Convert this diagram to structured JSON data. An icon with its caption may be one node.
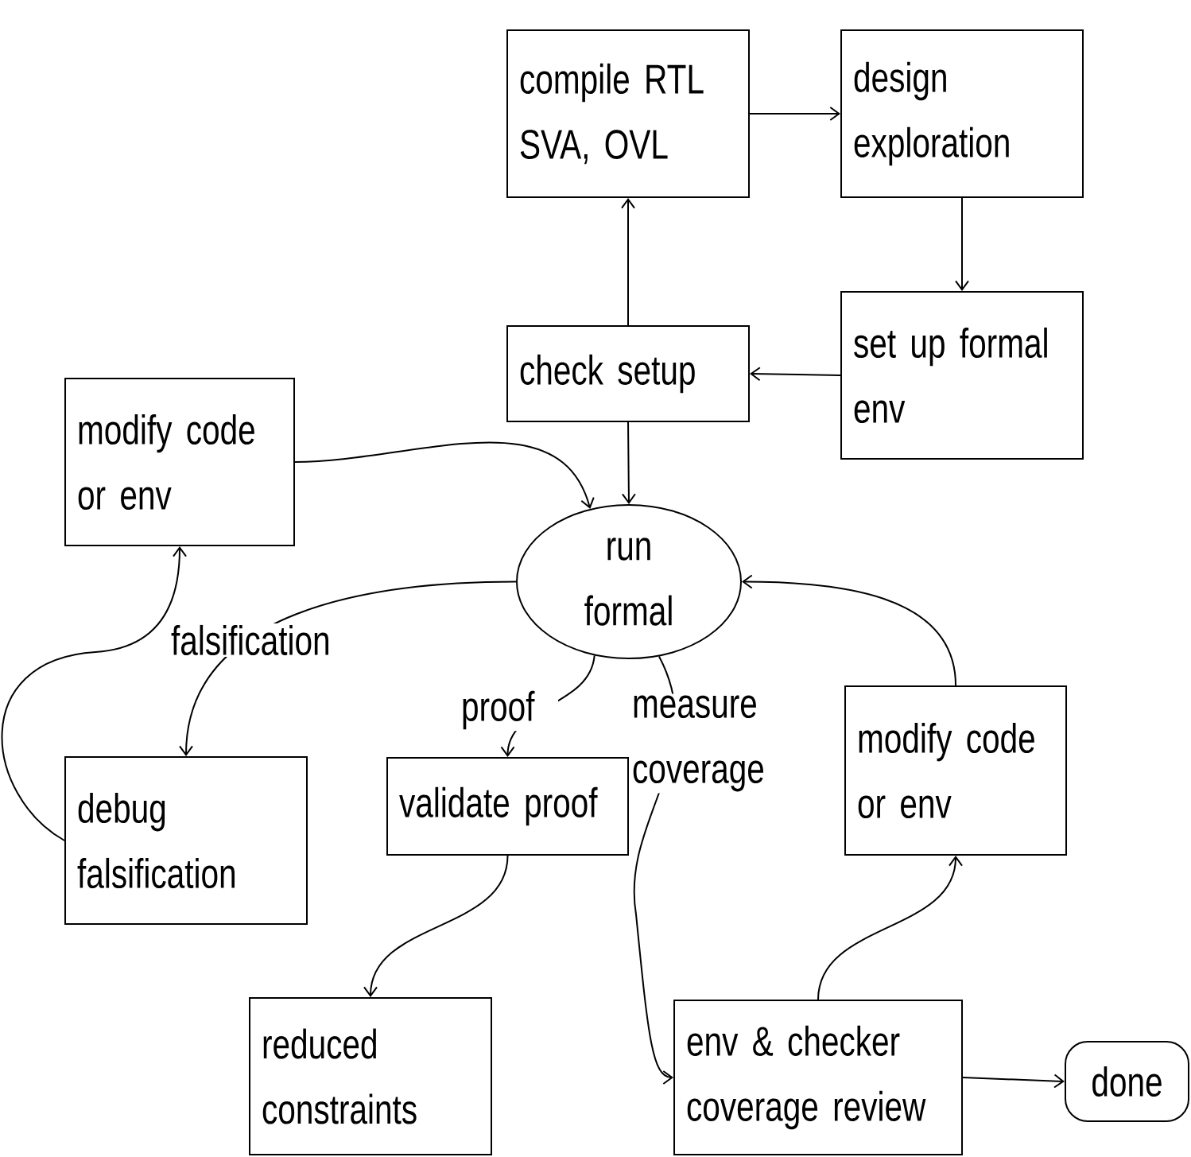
{
  "diagram": {
    "nodes": [
      {
        "text": [
          "compile RTL SVA, OVL"
        ]
      },
      {
        "text": [
          "design exploration"
        ]
      },
      {
        "text": [
          "set up formal env"
        ]
      },
      {
        "text": [
          "check setup"
        ]
      },
      {
        "text": [
          "modify code or env"
        ]
      },
      {
        "text": [
          "run formal"
        ]
      },
      {
        "text": [
          "debug falsification"
        ]
      },
      {
        "text": [
          "validate proof"
        ]
      },
      {
        "text": [
          "modify code or env"
        ]
      },
      {
        "text": [
          "reduced constraints"
        ]
      },
      {
        "text": [
          "env & checker coverage review"
        ]
      },
      {
        "text": [
          "done"
        ]
      }
    ],
    "edges": [
      {
        "from": 0,
        "to": 1,
        "arrow": "to"
      },
      {
        "from": 1,
        "to": 2,
        "arrow": "to"
      },
      {
        "from": 2,
        "to": 3,
        "arrow": "to"
      },
      {
        "from": 3,
        "to": 0,
        "arrow": "to"
      },
      {
        "from": 3,
        "to": 5,
        "arrow": "to"
      },
      {
        "from": 4,
        "to": 5,
        "arrow": "to"
      },
      {
        "from": 5,
        "to": 6,
        "arrow": "to",
        "label": "falsification"
      },
      {
        "from": 6,
        "to": 4,
        "arrow": "to"
      },
      {
        "from": 5,
        "to": 7,
        "arrow": "to",
        "label": "proof"
      },
      {
        "from": 7,
        "to": 9,
        "arrow": "to"
      },
      {
        "from": 5,
        "to": 10,
        "arrow": "to",
        "label": "measure coverage"
      },
      {
        "from": 10,
        "to": 8,
        "arrow": "to"
      },
      {
        "from": 8,
        "to": 5,
        "arrow": "to"
      },
      {
        "from": 10,
        "to": 11,
        "arrow": "to"
      }
    ]
  }
}
